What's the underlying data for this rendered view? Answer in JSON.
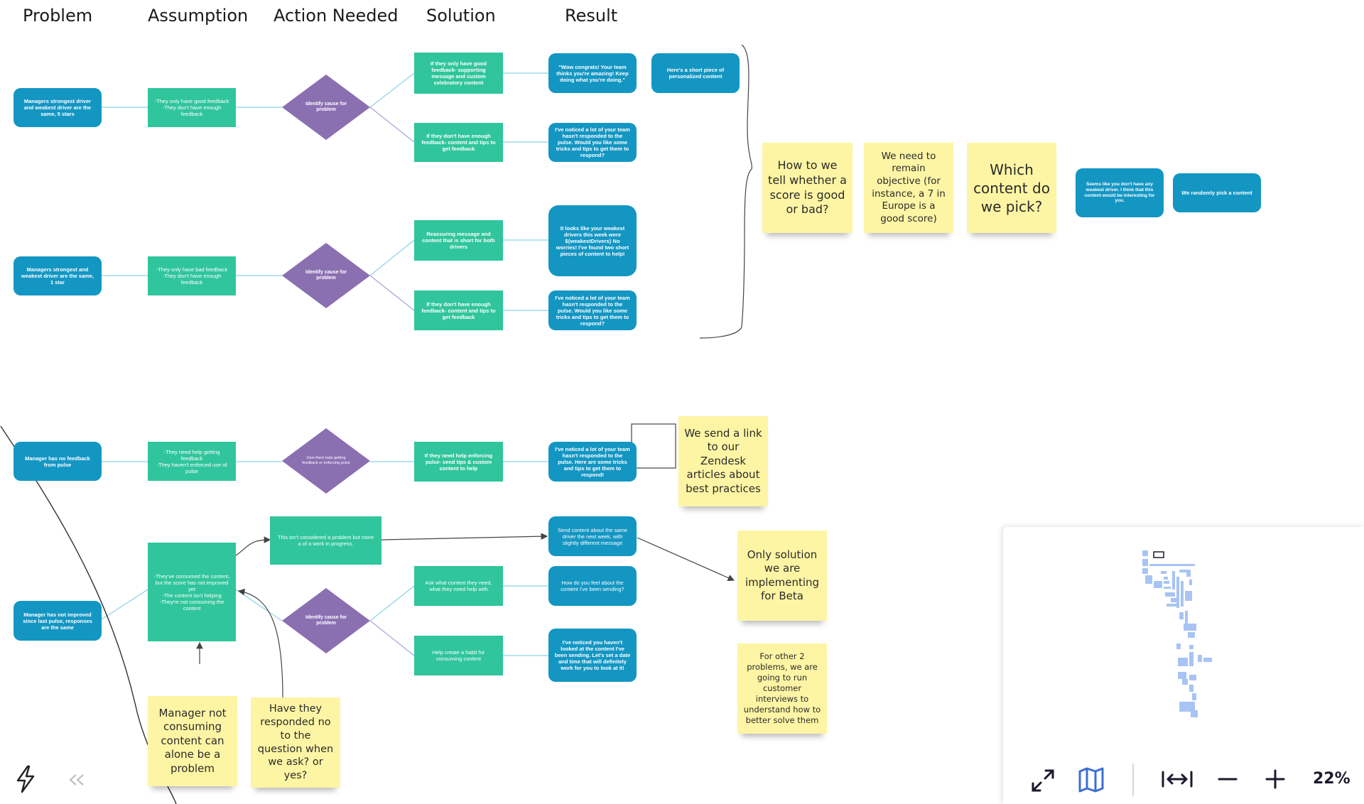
{
  "columns": [
    "Problem",
    "Assumption",
    "Action Needed",
    "Solution",
    "Result"
  ],
  "row1": {
    "problem": "Managers strongest driver and weakest driver are the same, 5 stars",
    "assumption": "-They only have good feedback\n-They don't have enough feedback",
    "action": "Identify cause for problem",
    "solution_a": "If they only have good feedback- supporting message and custom celebratory content",
    "solution_b": "If they don't have enough feedback- content and tips to get feedback",
    "result_a": "\"Wow congrats! Your team thinks you're amazing! Keep doing what you're doing.\"",
    "result_a2": "Here's a short piece of personalized content",
    "result_b": "I've noticed a lot of your team hasn't responded to the pulse. Would you like some tricks and tips to get them to respond?"
  },
  "row2": {
    "problem": "Managers strongest and weakest driver are the same, 1 star",
    "assumption": "-They only have bad feedback\n-They don't have enough feedback",
    "action": "Identify cause for problem",
    "solution_a": "Reassuring message and content that is short for both drivers",
    "solution_b": "If they don't have enough feedback- content and tips to get feedback",
    "result_a": "It looks like your weakest drivers this week were ${weakestDrivers} No worries! I've found two short pieces of content to help!",
    "result_b": "I've noticed a lot of your team hasn't responded to the pulse. Would you like some tricks and tips to get them to respond?"
  },
  "questions": {
    "q1": "How to we tell whether a score is good or bad?",
    "q2": "We need to remain objective (for instance, a 7 in Europe is a good score)",
    "q3": "Which content do we pick?",
    "blue1": "Seems like you don't have any weakest driver. I think that this content would be interesting for you.",
    "blue2": "We randomly pick a content"
  },
  "row3": {
    "problem": "Manager has no feedback from pulse",
    "assumption": "-They need help getting feedback\n-They haven't enforced use of pulse",
    "action": "Give them help getting feedback or enforcing pulse",
    "solution": "If they need help enforcing pulse- send tips & custom content to help",
    "result": "I've noticed a lot of your team hasn't responded to the pulse. Here are some tricks and tips to get them to respond!",
    "sticky": "We send a link to our Zendesk articles about best practices"
  },
  "row4": {
    "problem": "Manager has not improved since last pulse, responses are the same",
    "assumption": "-They've consumed the content, but the score has not improved yet\n-The content isn't helping\n-They're not consuming the content",
    "wip": "This isn't considered a problem but more a of a work in progress.",
    "action": "Identify cause for problem",
    "solution_a": "Ask what content they need, what they need help with",
    "solution_b": "Help create a habit for consuming content",
    "result_wip": "Send content about the same driver the next week, with slightly different message",
    "result_a": "How do you feel about the content I've been sending?",
    "result_b": "I've noticed you haven't looked at the content I've been sending. Let's set a date and time that will definitely work for you to look at it!",
    "sticky_beta": "Only solution we are implementing for Beta",
    "sticky_interviews": "For other 2 problems, we are going to run customer interviews to understand how to better solve them",
    "sticky_manager": "Manager not consuming content can alone be a problem",
    "sticky_responded": "Have they responded no to the question when we ask? or yes?"
  },
  "toolbar": {
    "zoom": "22%",
    "icons": [
      "fullscreen-icon",
      "map-icon",
      "fit-width-icon",
      "zoom-out-icon",
      "zoom-in-icon",
      "lightning-icon",
      "collapse-icon"
    ]
  },
  "colors": {
    "blue": "#1496c3",
    "teal": "#30c59c",
    "purple": "#8a6fb1",
    "sticky": "#fdf5a4",
    "minimap": "#a8c4f5"
  }
}
